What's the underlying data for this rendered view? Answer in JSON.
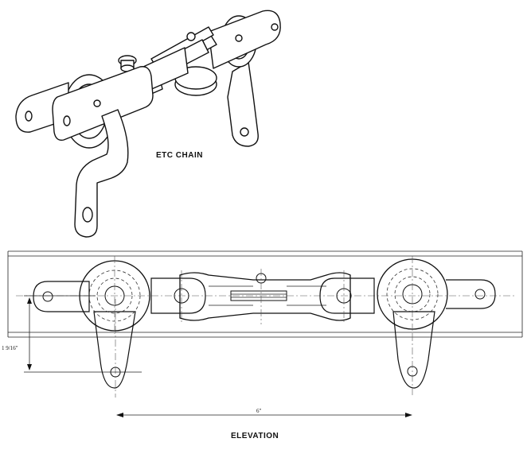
{
  "labels": {
    "isometric_title": "ETC CHAIN",
    "elevation_title": "ELEVATION"
  },
  "dimensions": {
    "attachment_drop": "1 9/16\"",
    "pitch": "6\""
  }
}
